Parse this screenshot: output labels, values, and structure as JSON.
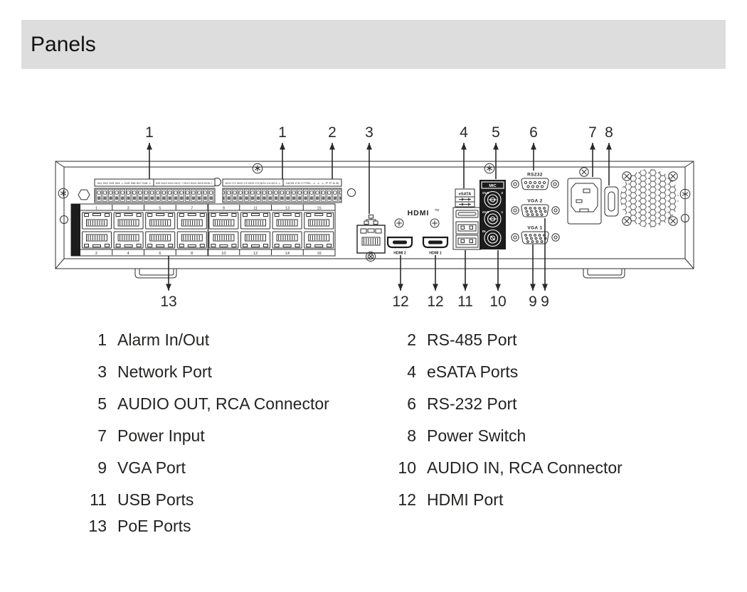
{
  "header": {
    "title": "Panels",
    "bg": "#dcdddc"
  },
  "diagram": {
    "callouts_top": [
      {
        "label": "1"
      },
      {
        "label": "1"
      },
      {
        "label": "2"
      },
      {
        "label": "3"
      },
      {
        "label": "4"
      },
      {
        "label": "5"
      },
      {
        "label": "6"
      },
      {
        "label": "7"
      },
      {
        "label": "8"
      }
    ],
    "callouts_bottom": [
      {
        "label": "13"
      },
      {
        "label": "12"
      },
      {
        "label": "12"
      },
      {
        "label": "11"
      },
      {
        "label": "10"
      },
      {
        "label": "9"
      },
      {
        "label": "9"
      }
    ],
    "panel_labels": {
      "terminal_in_a": "IN1 IN2 IN3 IN4 ⊥ IN5 IN6 IN7 IN8 ⊥",
      "terminal_in_b": "IN9 IN10 IN11 IN12 + IN13 IN14 IN15 IN16 +",
      "terminal_no_a": "NO1 C1 NO2 C2 NO3 C3 NO4 C4 NC4 ⊥",
      "terminal_no_b": "NO5 C5 CTRL ⊥ ⊥ ⊥ P P A B",
      "poe_top": [
        "1",
        "3",
        "5",
        "7",
        "9",
        "11",
        "13",
        "15"
      ],
      "poe_bottom": [
        "2",
        "4",
        "6",
        "8",
        "10",
        "12",
        "14",
        "16"
      ],
      "hdmi_logo": "HDMI",
      "hdmi_tm": "TM",
      "hdmi_port_2": "HDMI 2",
      "hdmi_port_1": "HDMI 1",
      "esata": "eSATA",
      "mic": "MIC",
      "audio_out_label_1": "OUT",
      "audio_out_num_1": "2",
      "audio_out_label_2": "OUT",
      "audio_out_num_2": "1",
      "audio_in_label": "IN",
      "rs232": "RS232",
      "vga2": "VGA 2",
      "vga1": "VGA 1"
    }
  },
  "legend": {
    "rows": [
      {
        "left": {
          "num": "1",
          "label": "Alarm In/Out"
        },
        "right": {
          "num": "2",
          "label": "RS-485 Port"
        }
      },
      {
        "left": {
          "num": "3",
          "label": "Network Port"
        },
        "right": {
          "num": "4",
          "label": "eSATA Ports"
        }
      },
      {
        "left": {
          "num": "5",
          "label": "AUDIO OUT, RCA Connector"
        },
        "right": {
          "num": "6",
          "label": "RS-232 Port"
        }
      },
      {
        "left": {
          "num": "7",
          "label": "Power Input"
        },
        "right": {
          "num": "8",
          "label": "Power Switch"
        }
      },
      {
        "left": {
          "num": "9",
          "label": "VGA Port"
        },
        "right": {
          "num": "10",
          "label": "AUDIO IN, RCA Connector"
        }
      },
      {
        "left": {
          "num": "11",
          "label": "USB Ports"
        },
        "right": {
          "num": "12",
          "label": "HDMI Port"
        }
      },
      {
        "left": {
          "num": "13",
          "label": "PoE Ports"
        },
        "right": null
      }
    ]
  }
}
